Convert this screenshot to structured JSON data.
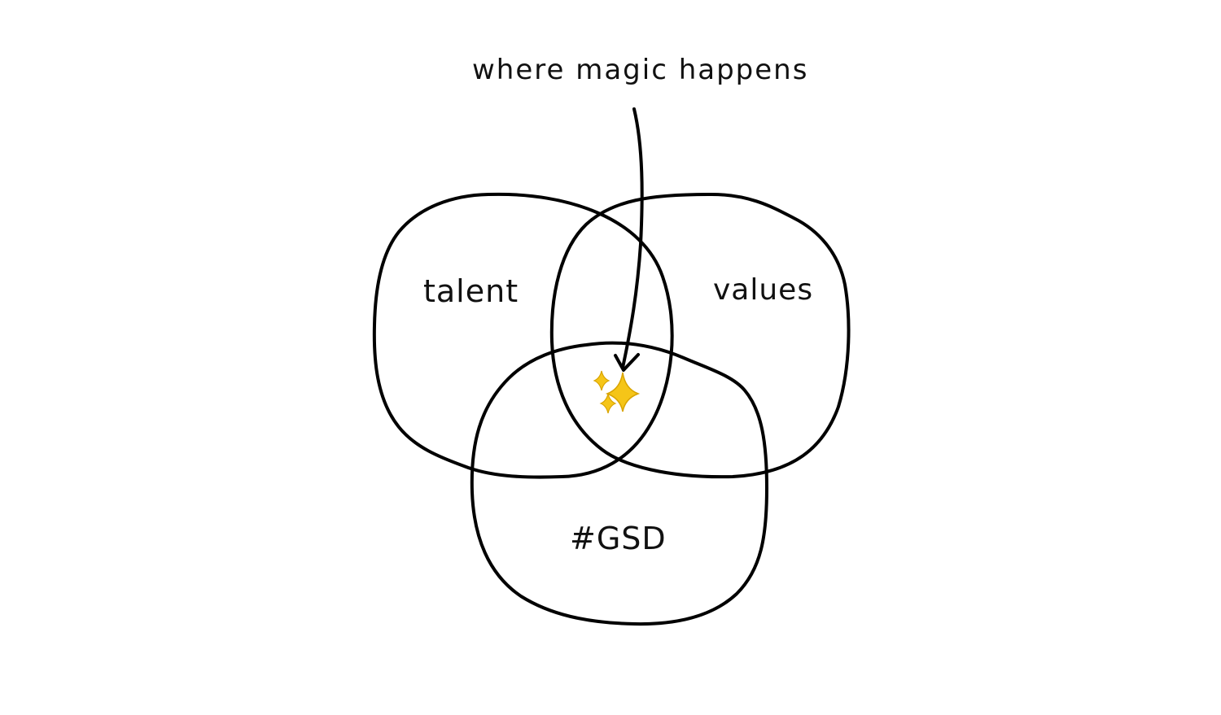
{
  "diagram": {
    "annotation": "where magic happens",
    "sets": [
      {
        "label": "talent"
      },
      {
        "label": "values"
      },
      {
        "label": "#GSD"
      }
    ],
    "center_marker": {
      "icon": "sparkles-icon",
      "color": "#F5C518",
      "outline_color": "#D9A400"
    },
    "line_color": "#000000"
  }
}
